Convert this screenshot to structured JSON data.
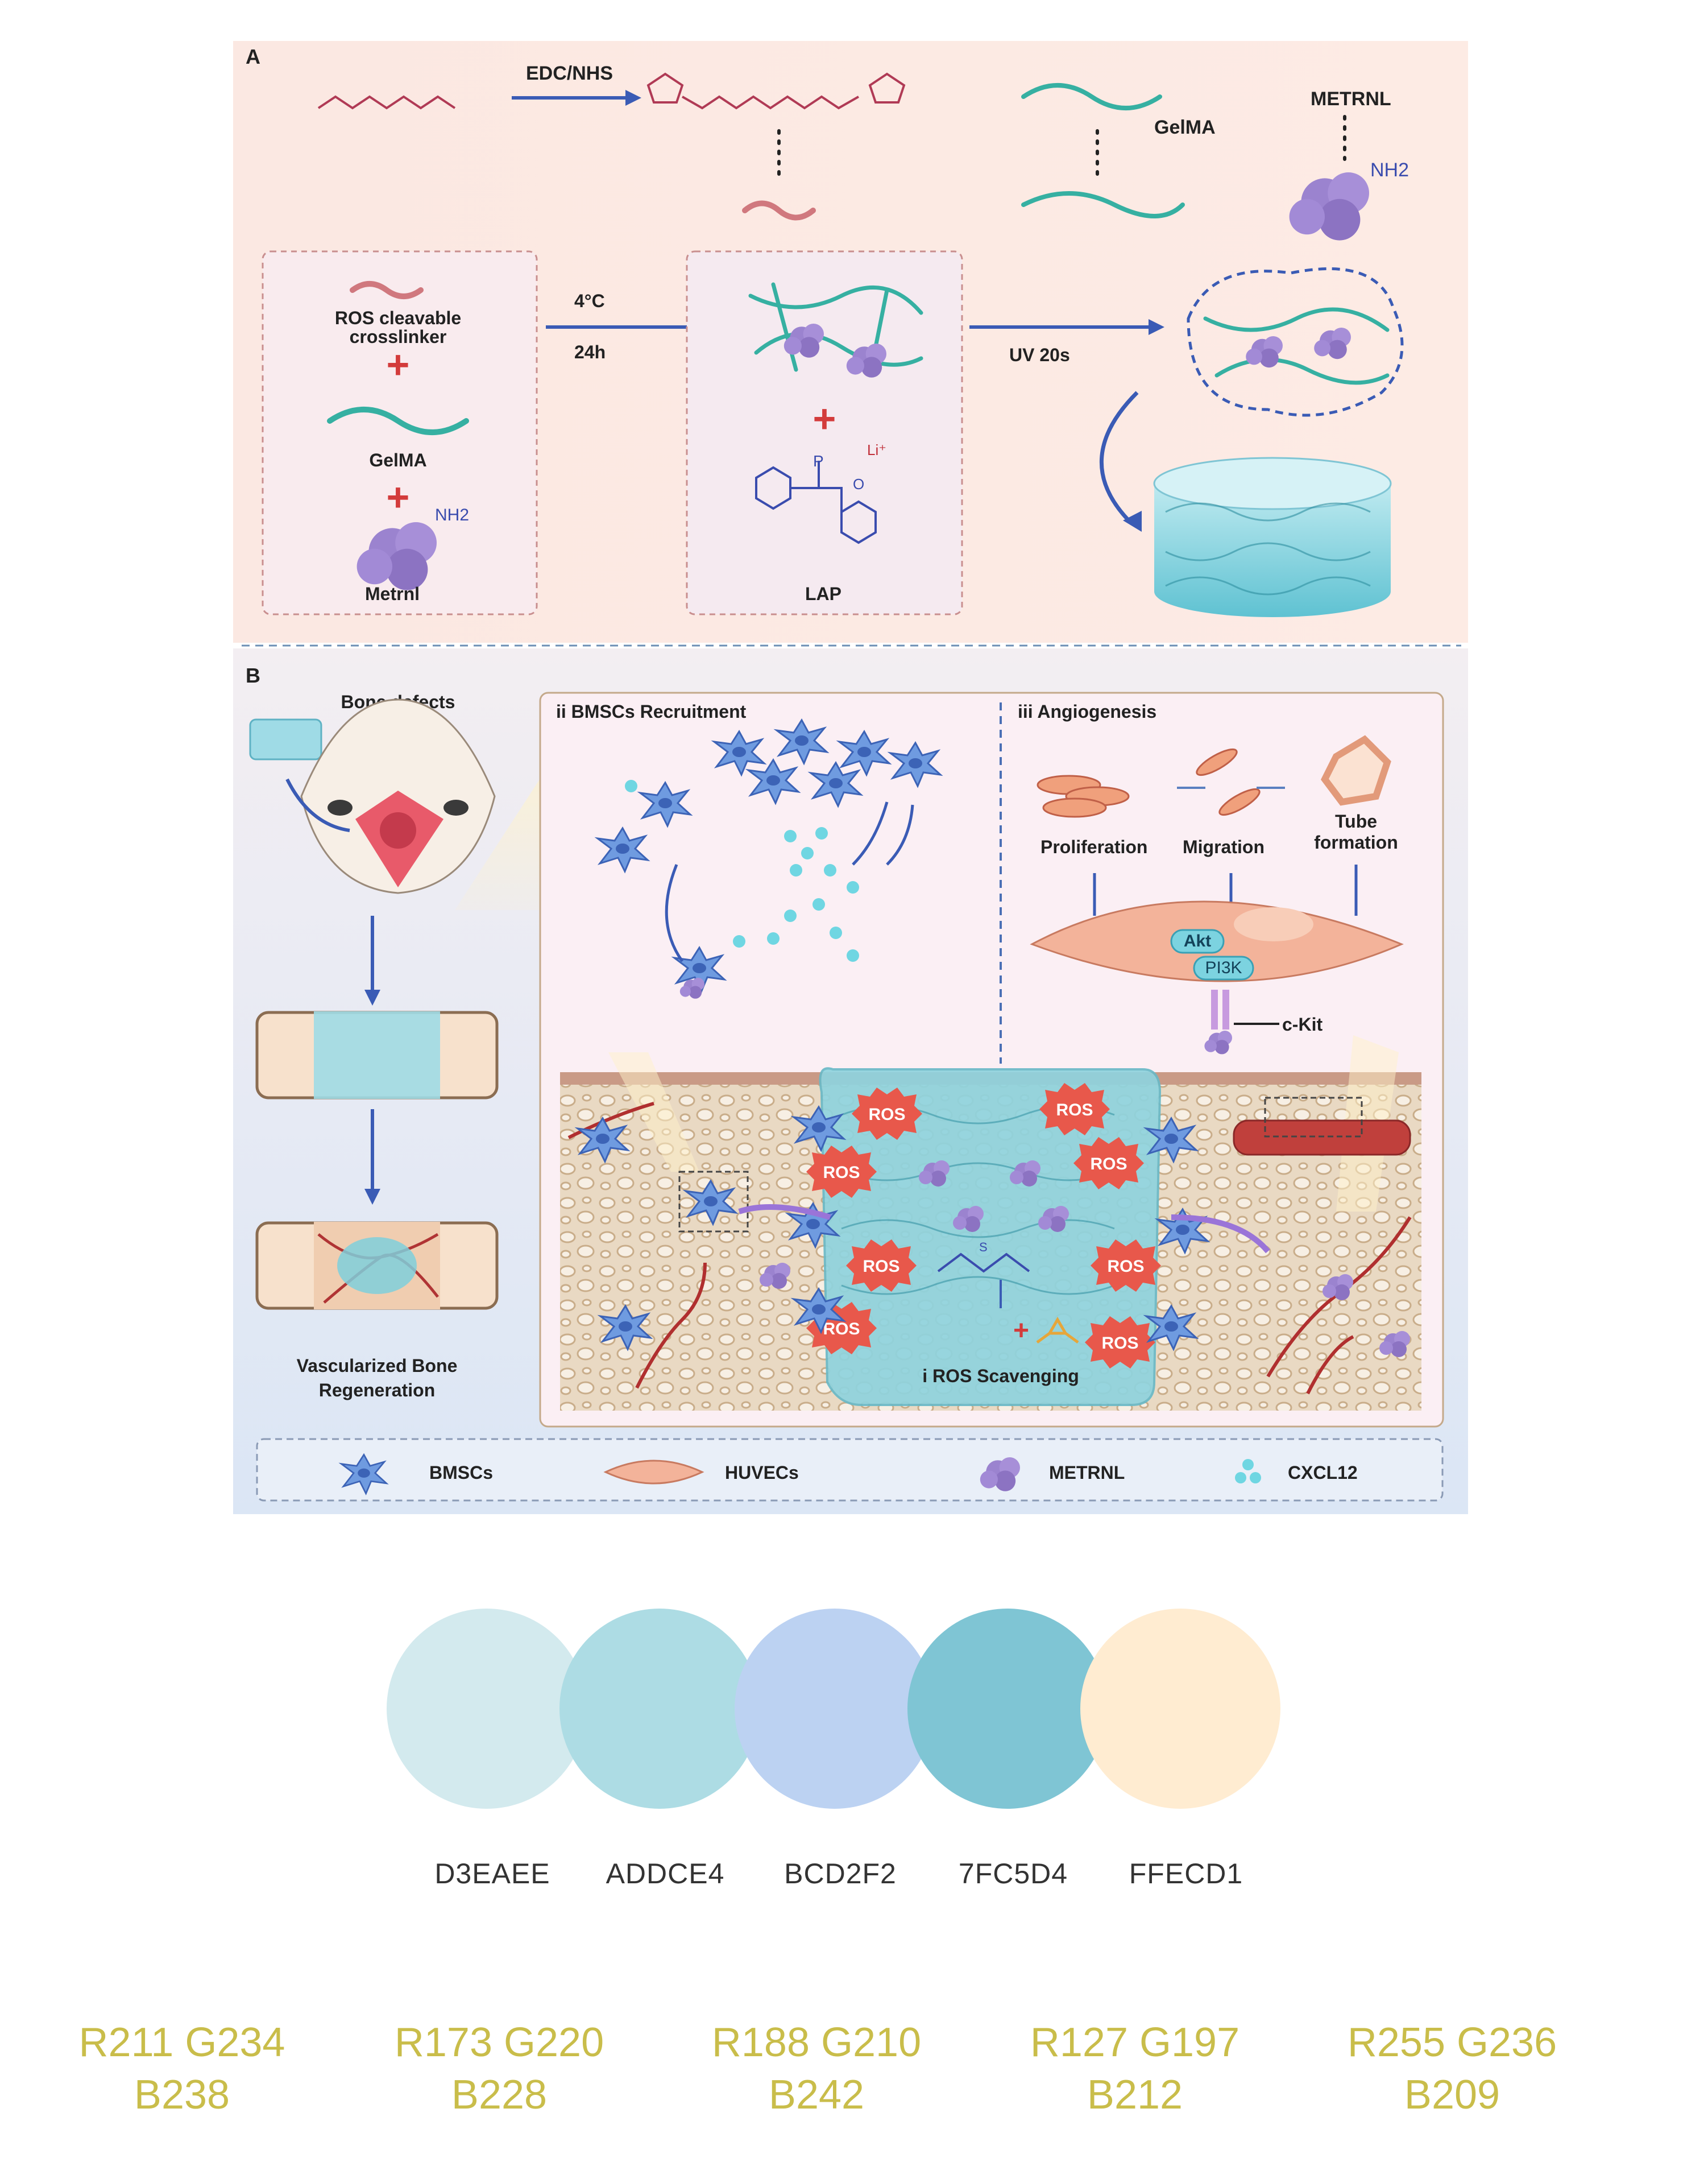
{
  "figure": {
    "panel_a": {
      "label": "A",
      "reagent": "EDC/NHS",
      "gelma": "GelMA",
      "metrnl": "METRNL",
      "nh2": "NH2",
      "crosslinker_1": "ROS cleavable",
      "crosslinker_2": "crosslinker",
      "gelma_box": "GelMA",
      "metrnl_box": "Metrnl",
      "temp": "4°C",
      "time": "24h",
      "uv": "UV 20s",
      "lap": "LAP",
      "li": "Li⁺",
      "p": "P",
      "o": "O"
    },
    "panel_b": {
      "label": "B",
      "bone_defects": "Bone defects",
      "vascularized_1": "Vascularized Bone",
      "vascularized_2": "Regeneration",
      "recruitment": "ii BMSCs Recruitment",
      "angiogenesis": "iii Angiogenesis",
      "proliferation": "Proliferation",
      "migration": "Migration",
      "tube_1": "Tube",
      "tube_2": "formation",
      "akt": "Akt",
      "pi3k": "PI3K",
      "ckit": "c-Kit",
      "ros": "ROS",
      "scavenging": "i ROS Scavenging",
      "s": "S"
    },
    "legend": [
      "BMSCs",
      "HUVECs",
      "METRNL",
      "CXCL12"
    ]
  },
  "palette": [
    {
      "hex": "D3EAEE",
      "color": "#D3EAEE",
      "rgb_1": "R211 G234",
      "rgb_2": "B238"
    },
    {
      "hex": "ADDCE4",
      "color": "#ADDCE4",
      "rgb_1": "R173 G220",
      "rgb_2": "B228"
    },
    {
      "hex": "BCD2F2",
      "color": "#BCD2F2",
      "rgb_1": "R188 G210",
      "rgb_2": "B242"
    },
    {
      "hex": "7FC5D4",
      "color": "#7FC5D4",
      "rgb_1": "R127 G197",
      "rgb_2": "B212"
    },
    {
      "hex": "FFECD1",
      "color": "#FFECD1",
      "rgb_1": "R255 G236",
      "rgb_2": "B209"
    }
  ]
}
